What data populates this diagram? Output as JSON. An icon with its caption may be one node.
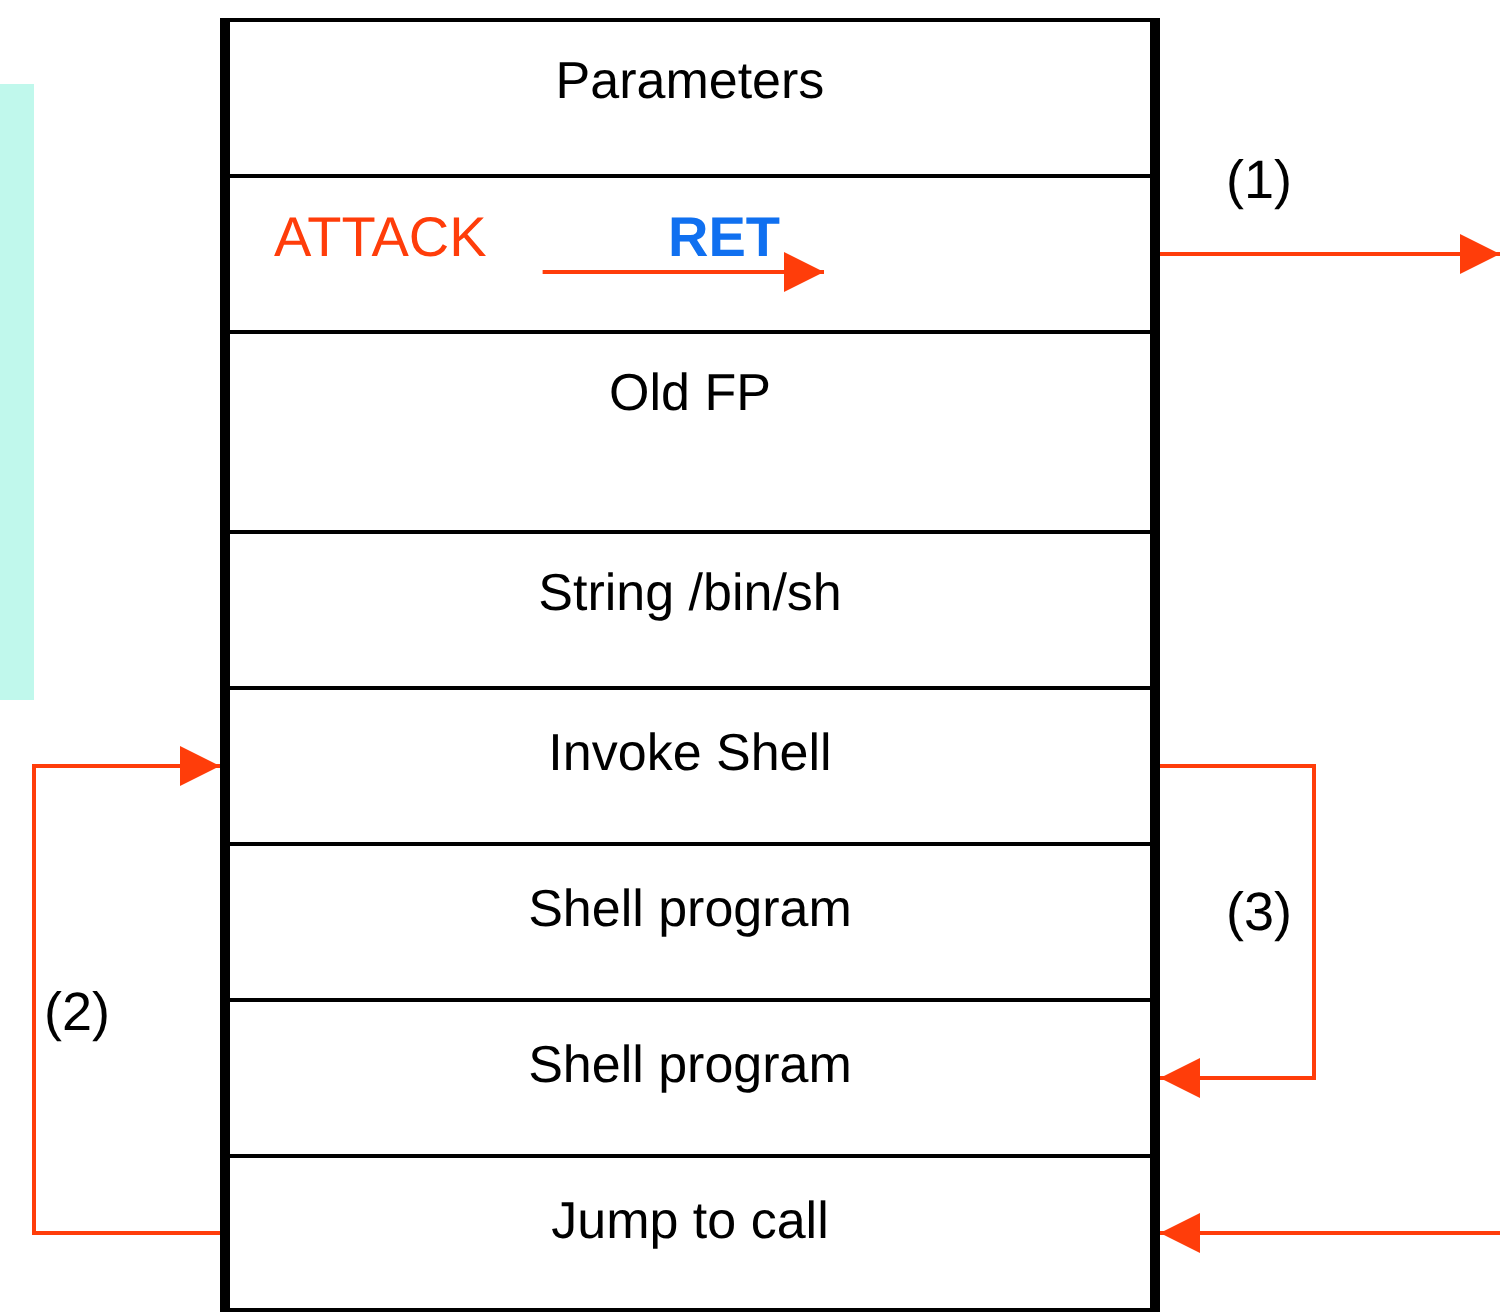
{
  "diagram": {
    "nodes": [
      {
        "text": [
          "Parameters"
        ]
      },
      {
        "text": [],
        "shape": "box"
      },
      {
        "text": [
          "ATTACK"
        ],
        "in": 1
      },
      {
        "text": [
          "RET"
        ],
        "in": 1
      },
      {
        "text": [
          "Old FP"
        ]
      },
      {
        "text": [
          "String /bin/sh"
        ]
      },
      {
        "text": [
          "Invoke Shell"
        ]
      },
      {
        "text": [
          "Shell program"
        ]
      },
      {
        "text": [
          "Shell program"
        ]
      },
      {
        "text": [
          "Jump to call"
        ]
      }
    ],
    "edges": [
      {
        "from": 2,
        "to": 3,
        "arrow": "to"
      },
      {
        "from": 1,
        "to": null,
        "arrow": "to",
        "label": "(1)"
      },
      {
        "from": 9,
        "to": 6,
        "arrow": "to",
        "label": "(2)"
      },
      {
        "from": 6,
        "to": 8,
        "arrow": "to",
        "label": "(3)"
      },
      {
        "from": null,
        "to": 9,
        "arrow": "to"
      }
    ]
  }
}
